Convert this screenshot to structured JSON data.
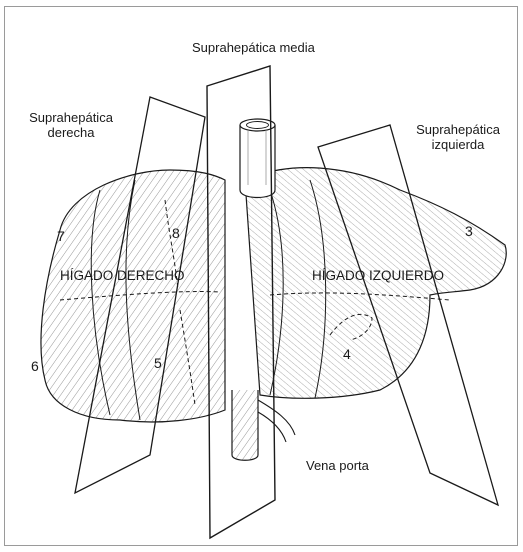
{
  "diagram": {
    "labels": {
      "suprahepatica_media": "Suprahepática media",
      "suprahepatica_derecha_1": "Suprahepática",
      "suprahepatica_derecha_2": "derecha",
      "suprahepatica_izquierda_1": "Suprahepática",
      "suprahepatica_izquierda_2": "izquierda",
      "higado_derecho": "HÍGADO DERECHO",
      "higado_izquierdo": "HÍGADO IZQUIERDO",
      "vena_porta": "Vena porta"
    },
    "segments": [
      "3",
      "4",
      "5",
      "6",
      "7",
      "8"
    ],
    "colors": {
      "line": "#1a1a1a",
      "hatch": "#555555",
      "frame": "#9a9a9a"
    }
  }
}
